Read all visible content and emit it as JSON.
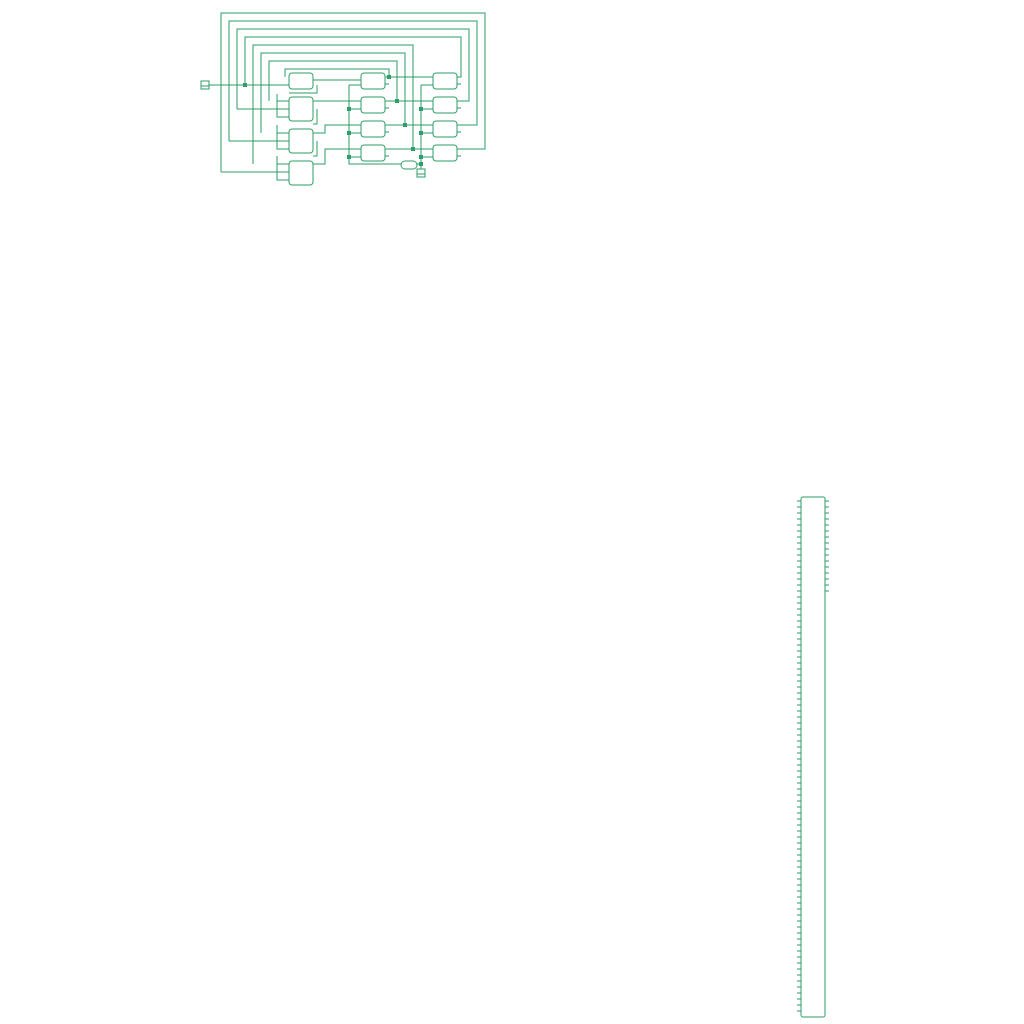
{
  "theme": {
    "background": "#ffffff",
    "accent": "#2e9e6a"
  },
  "diagram": {
    "kind": "logic-circuit-schematic",
    "labels": []
  },
  "components": {
    "input_port": {
      "icon": "input-pin-icon"
    },
    "output_port": {
      "icon": "output-pin-icon"
    },
    "chip": {
      "icon": "ic-chip-icon",
      "left_pins": 86,
      "right_pins": 16
    },
    "gate_columns": [
      {
        "name": "column-1",
        "gates": 4
      },
      {
        "name": "column-2",
        "gates": 4
      },
      {
        "name": "column-3",
        "gates": 4
      }
    ]
  }
}
